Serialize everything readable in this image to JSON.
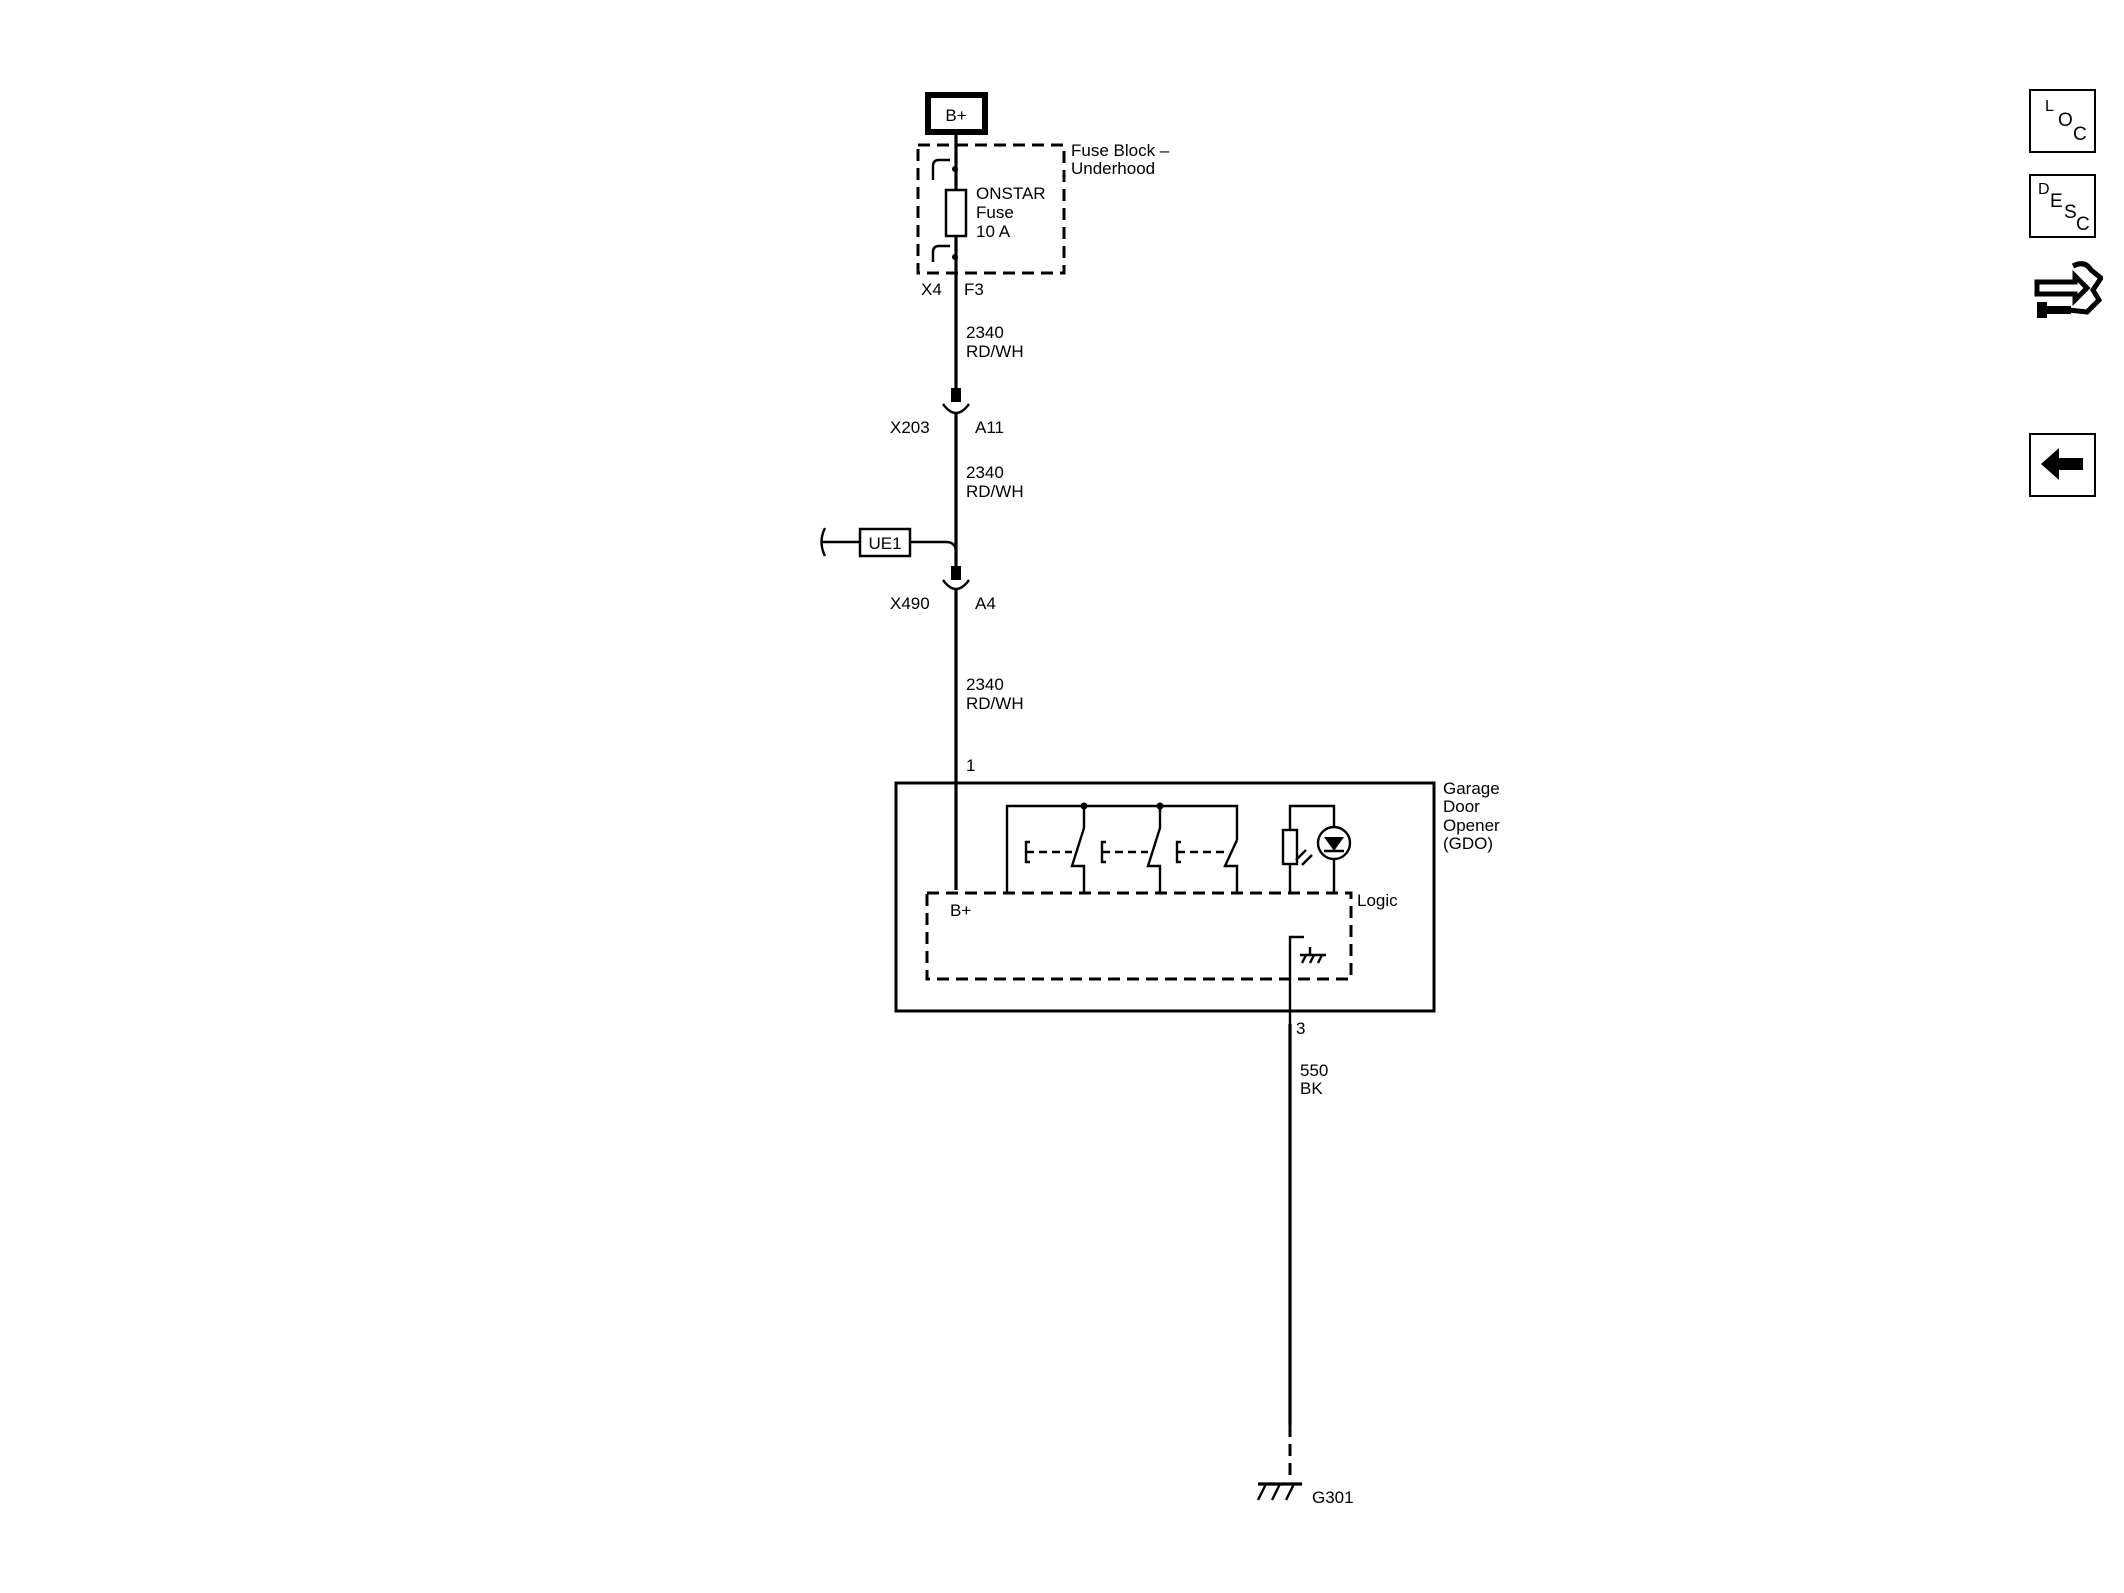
{
  "power_source": "B+",
  "fuse_block": {
    "name_line1": "Fuse Block –",
    "name_line2": "Underhood",
    "fuse_line1": "ONSTAR",
    "fuse_line2": "Fuse",
    "fuse_line3": "10 A",
    "connector": "X4",
    "pin": "F3"
  },
  "wires": [
    {
      "circuit": "2340",
      "color": "RD/WH"
    },
    {
      "circuit": "2340",
      "color": "RD/WH"
    },
    {
      "circuit": "2340",
      "color": "RD/WH"
    },
    {
      "circuit": "550",
      "color": "BK"
    }
  ],
  "connectors": [
    {
      "name": "X203",
      "pin": "A11"
    },
    {
      "name": "X490",
      "pin": "A4"
    }
  ],
  "option_code": "UE1",
  "module": {
    "name_line1": "Garage",
    "name_line2": "Door",
    "name_line3": "Opener",
    "name_line4": "(GDO)",
    "pin_power": "1",
    "pin_ground": "3",
    "logic_label": "Logic",
    "logic_power": "B+"
  },
  "ground": "G301",
  "nav": {
    "loc": {
      "l": "L",
      "o": "O",
      "c": "C"
    },
    "desc": {
      "d": "D",
      "e": "E",
      "s": "S",
      "c": "C"
    },
    "connector_icon": "connector-end-view-icon",
    "back_icon": "back-arrow-icon"
  }
}
